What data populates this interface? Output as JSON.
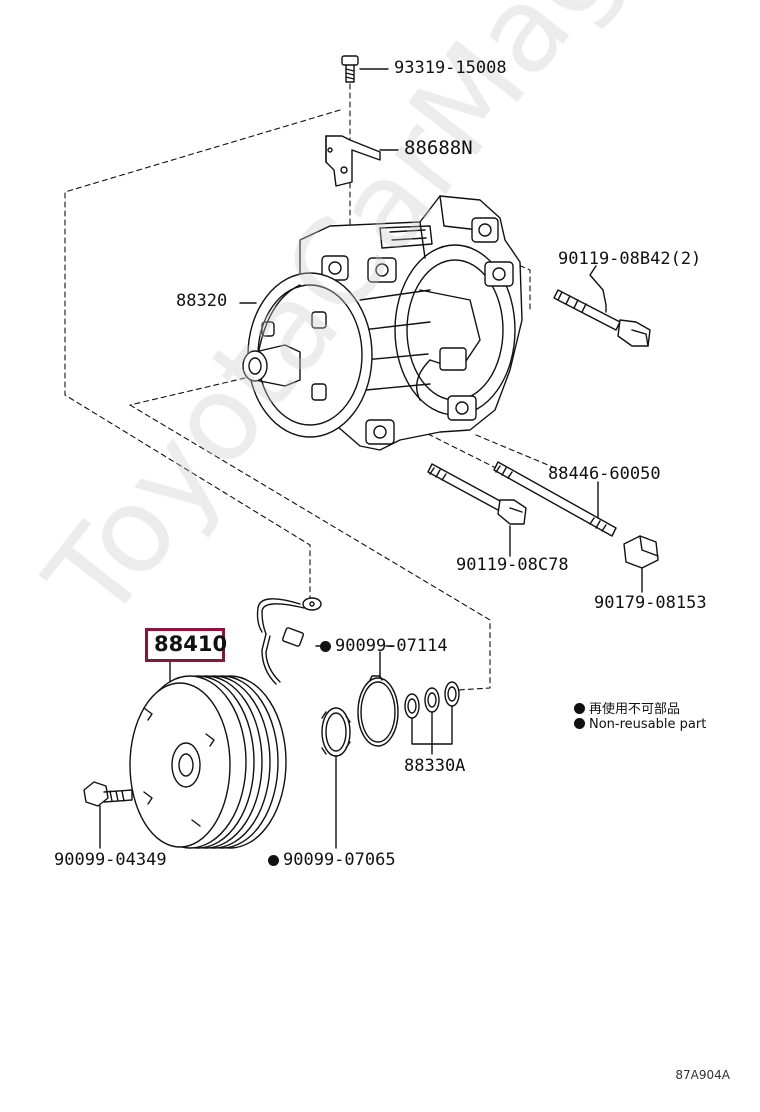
{
  "parts": {
    "bolt_top": "93319-15008",
    "bracket": "88688N",
    "compressor": "88320",
    "bolt_long_2": "90119-08B42(2)",
    "stud_bolt": "88446-60050",
    "bolt_mid": "90119-08C78",
    "nut": "90179-08153",
    "clutch_assembly": "88410",
    "snap_ring_field": "90099-07114",
    "shims": "88330A",
    "bolt_center": "90099-04349",
    "snap_ring_pulley": "90099-07065"
  },
  "legend": {
    "jp": "再使用不可部品",
    "en": "Non-reusable part"
  },
  "watermark": "ToyotaCarMagic.ru",
  "diagram_code": "87A904A",
  "colors": {
    "highlight": "#8a1538",
    "line": "#111111"
  }
}
